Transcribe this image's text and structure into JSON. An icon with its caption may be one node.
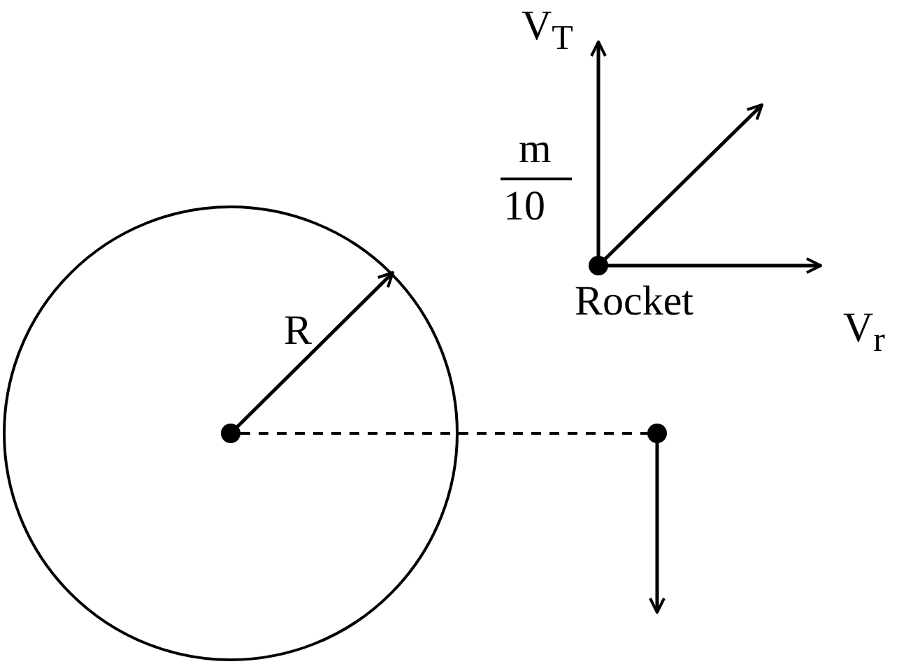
{
  "diagram": {
    "nodes": [
      {
        "text": [],
        "shape": "circle"
      },
      {
        "text": [],
        "shape": "circle",
        "in": 0
      },
      {
        "text": [],
        "shape": "circle",
        "beside": [
          "Rocket"
        ]
      },
      {
        "text": [],
        "shape": "circle"
      }
    ],
    "edges": [
      {
        "from": 1,
        "to": 3,
        "arrow": "none",
        "style": "dashed"
      }
    ],
    "labels": [
      "V$_{T}$",
      "m",
      "10",
      "V$_{r}$",
      "R"
    ]
  }
}
